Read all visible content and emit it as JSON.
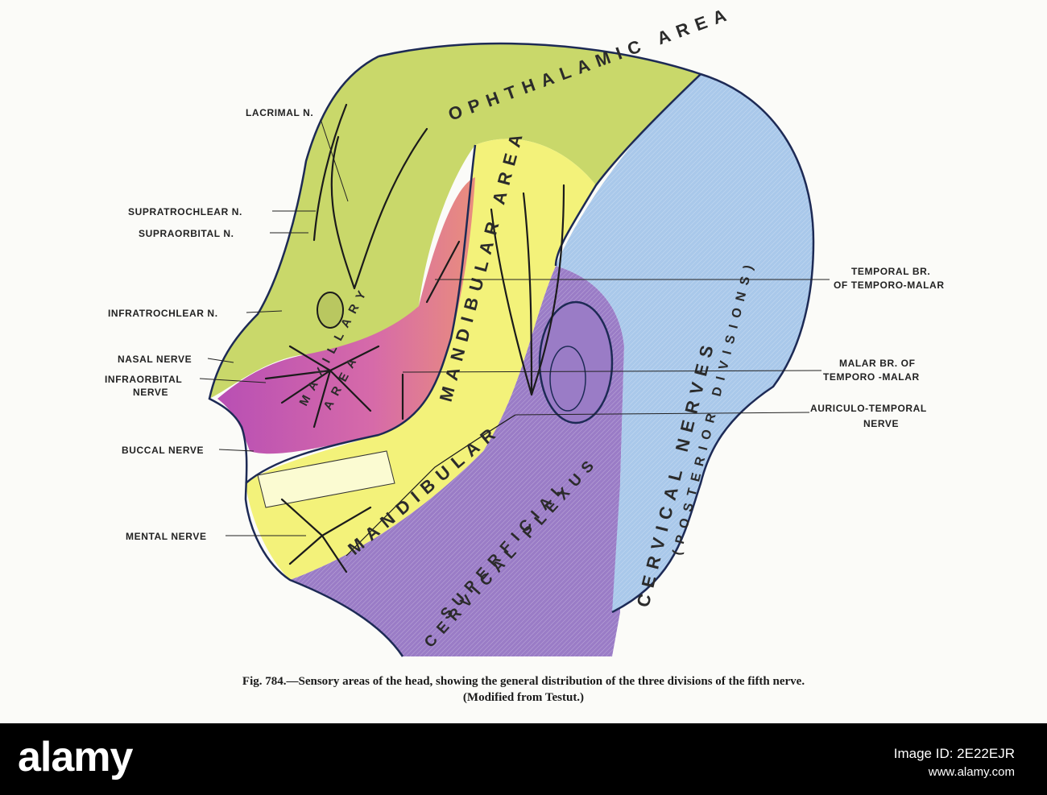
{
  "figure": {
    "left_labels": {
      "lacrimal": "LACRIMAL N.",
      "supratrochlear": "SUPRATROCHLEAR N.",
      "supraorbital": "SUPRAORBITAL N.",
      "infratrochlear": "INFRATROCHLEAR N.",
      "nasal": "NASAL NERVE",
      "infraorbital_1": "INFRAORBITAL",
      "infraorbital_2": "NERVE",
      "buccal": "BUCCAL NERVE",
      "mental": "MENTAL NERVE"
    },
    "right_labels": {
      "temporal_1": "TEMPORAL BR.",
      "temporal_2": "OF TEMPORO-MALAR",
      "malar_1": "MALAR BR. OF",
      "malar_2": "TEMPORO -MALAR",
      "auriculo_1": "AURICULO-TEMPORAL",
      "auriculo_2": "NERVE"
    },
    "area_labels": {
      "ophthalmic": "OPHTHALAMIC AREA",
      "maxillary_1": "MAXILLARY",
      "maxillary_2": "AREA",
      "mandibular_upper": "MANDIBULAR AREA",
      "mandibular_lower": "MANDIBULAR",
      "superficial": "SUPERFICIAL",
      "cervical_plexus": "CERVICAL PLEXUS",
      "cervical_nerves": "CERVICAL NERVES",
      "posterior_divisions": "(POSTERIOR DIVISIONS)"
    },
    "colors": {
      "ophthalmic": "#c9d86a",
      "maxillary": "#c45fc2",
      "mandibular": "#f3f27a",
      "cervical_posterior": "#a9c8ea",
      "superficial_cervical": "#9a7cc6",
      "outline": "#1d2a55"
    }
  },
  "caption": {
    "line1": "Fig. 784.—Sensory areas of the head, showing the general distribution of the three divisions of the fifth nerve.",
    "line2": "(Modified from Testut.)"
  },
  "watermark": {
    "logo": "alamy",
    "image_id": "Image ID: 2E22EJR",
    "url": "www.alamy.com"
  }
}
